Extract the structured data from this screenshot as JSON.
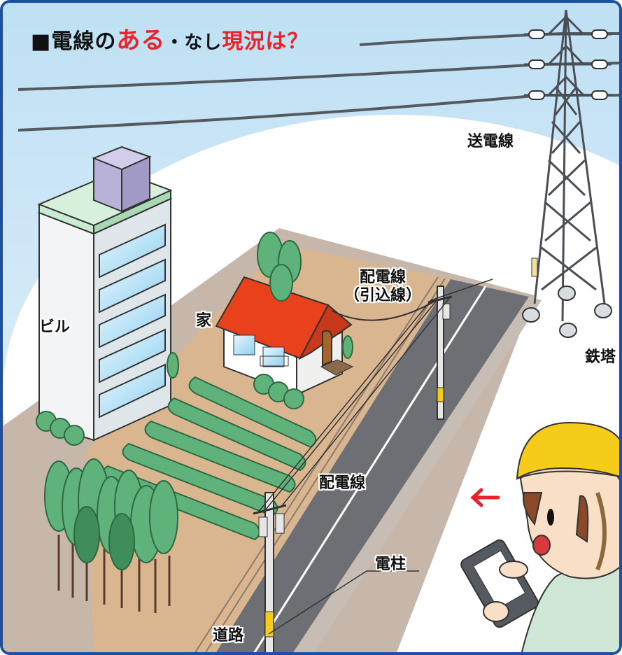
{
  "title": {
    "prefix": "■電線の",
    "aru": "ある",
    "sep": "・なし",
    "genkyo": "現況は？"
  },
  "labels": {
    "transmission_line": "送電線",
    "building": "ビル",
    "house": "家",
    "service_drop_line1": "配電線",
    "service_drop_line2": "（引込線）",
    "distribution_line": "配電線",
    "steel_tower": "鉄塔",
    "utility_pole": "電柱",
    "road": "道路"
  },
  "arrow": "←",
  "colors": {
    "frame": "#1d4fa3",
    "sky": "#cfe6f5",
    "ground": "#c9ae94",
    "field": "#d8b895",
    "road": "#6f7075",
    "roof": "#e8411c",
    "hedge": "#5fb27a",
    "helmet": "#f5cc1a",
    "arrow": "#e8242a"
  }
}
